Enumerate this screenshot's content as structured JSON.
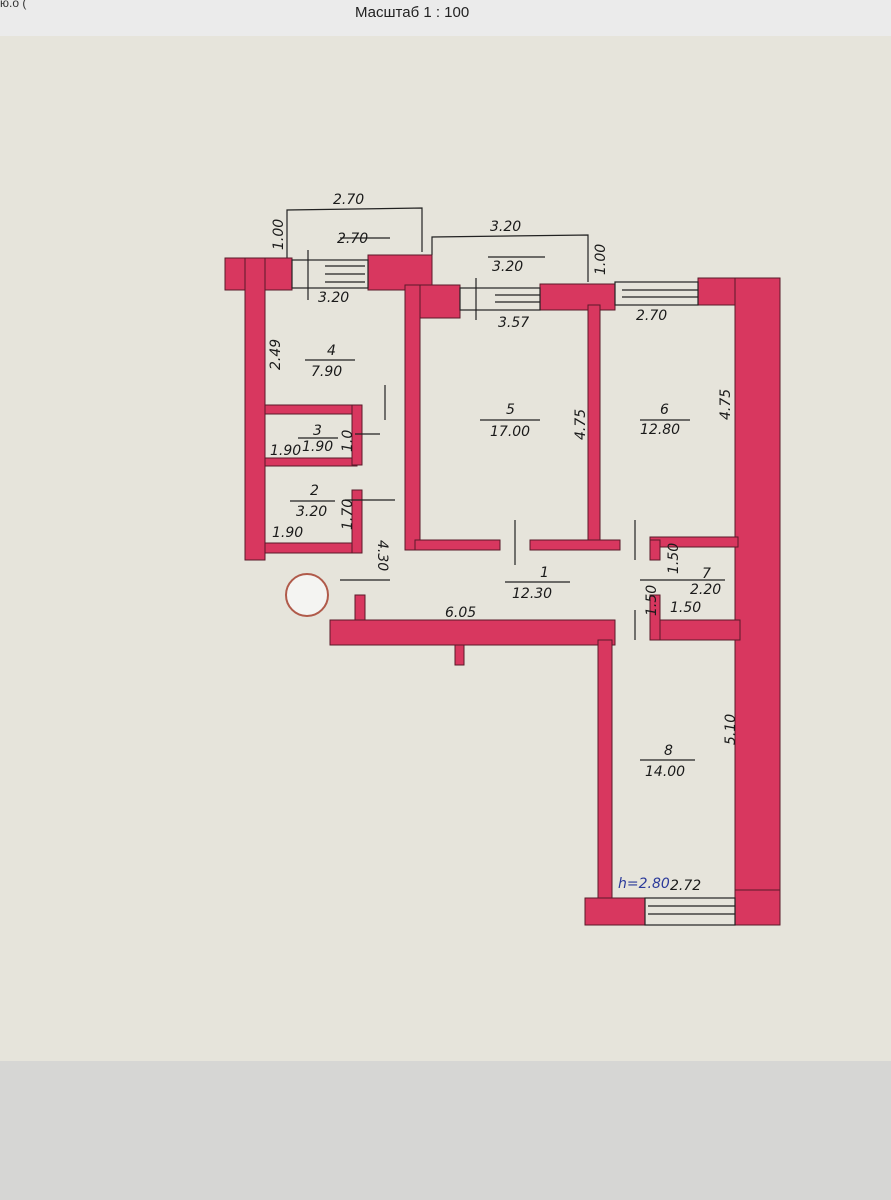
{
  "header": {
    "corner_text": "ю.о (",
    "scale": "Масштаб 1 : 100"
  },
  "balconies": [
    {
      "width_outer": "2.70",
      "depth": "1.00",
      "width_inner": "2.70"
    },
    {
      "width_outer": "3.20",
      "depth": "1.00",
      "width_inner": "3.20"
    }
  ],
  "rooms": [
    {
      "number": "1",
      "area": "12.30"
    },
    {
      "number": "2",
      "area": "3.20"
    },
    {
      "number": "3",
      "area": "1.90"
    },
    {
      "number": "4",
      "area": "7.90"
    },
    {
      "number": "5",
      "area": "17.00"
    },
    {
      "number": "6",
      "area": "12.80"
    },
    {
      "number": "7",
      "area": "2.20"
    },
    {
      "number": "8",
      "area": "14.00"
    }
  ],
  "dimensions": {
    "room4_width": "3.20",
    "room4_depth": "2.49",
    "room5_width": "3.57",
    "room5_depth": "4.75",
    "room6_width": "2.70",
    "room6_depth": "4.75",
    "room3_width": "1.90",
    "room3_depth": "1.0",
    "room2_width": "1.90",
    "room2_depth": "1.70",
    "corridor_depth": "4.30",
    "corridor_length": "6.05",
    "room7_depth": "1.50",
    "room7_width": "1.50",
    "room7_door": "1.50",
    "room8_depth": "5.10",
    "room8_width": "2.72"
  },
  "ceiling_height": "h=2.80",
  "colors": {
    "wall": "#d8375f",
    "paper": "#e6e4db"
  }
}
